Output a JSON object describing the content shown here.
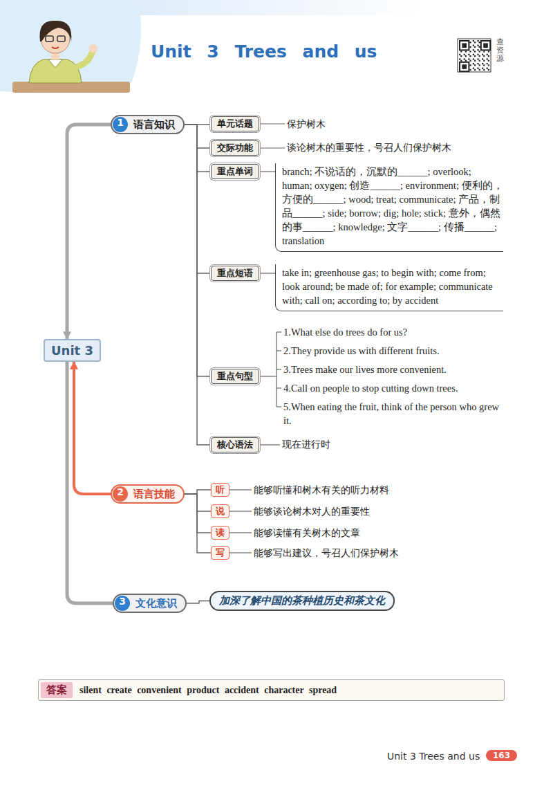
{
  "diagram": {
    "title": "Unit 3 Trees and us",
    "nodes": [
      {
        "text": [
          "Unit 3"
        ]
      },
      {
        "text": [
          "1",
          "语言知识"
        ]
      },
      {
        "text": [
          "单元话题"
        ]
      },
      {
        "text": [
          "交际功能"
        ]
      },
      {
        "text": [
          "重点单词"
        ]
      },
      {
        "text": [
          "重点短语"
        ]
      },
      {
        "text": [
          "重点句型"
        ]
      },
      {
        "text": [
          "核心语法"
        ]
      },
      {
        "text": [
          "2",
          "语言技能"
        ]
      },
      {
        "text": [
          "听"
        ]
      },
      {
        "text": [
          "说"
        ]
      },
      {
        "text": [
          "读"
        ]
      },
      {
        "text": [
          "写"
        ]
      },
      {
        "text": [
          "3",
          "文化意识"
        ]
      },
      {
        "text": [
          "加深了解中国的茶种植历史和茶文化"
        ]
      },
      {
        "text": [
          "答案",
          "silent create convenient product accident character spread"
        ]
      },
      {
        "text": [
          "163"
        ]
      }
    ],
    "edges": [
      {
        "from": 1,
        "to": 0,
        "arrow": "to"
      },
      {
        "from": 8,
        "to": 0,
        "arrow": "to"
      },
      {
        "from": 13,
        "to": 0,
        "arrow": "none"
      },
      {
        "from": 1,
        "to": 2,
        "arrow": "none"
      },
      {
        "from": 1,
        "to": 3,
        "arrow": "none"
      },
      {
        "from": 1,
        "to": 4,
        "arrow": "none"
      },
      {
        "from": 1,
        "to": 5,
        "arrow": "none"
      },
      {
        "from": 1,
        "to": 6,
        "arrow": "none"
      },
      {
        "from": 1,
        "to": 7,
        "arrow": "none"
      },
      {
        "from": 8,
        "to": 9,
        "arrow": "none"
      },
      {
        "from": 8,
        "to": 10,
        "arrow": "none"
      },
      {
        "from": 8,
        "to": 11,
        "arrow": "none"
      },
      {
        "from": 8,
        "to": 12,
        "arrow": "none"
      },
      {
        "from": 13,
        "to": 14,
        "arrow": "none"
      }
    ],
    "labels": [
      "查资源",
      "保护树木",
      "谈论树木的重要性，号召人们保护树木",
      "branch; 不说话的，沉默的______; overlook; human; oxygen; 创造______; environment; 便利的，方便的______; wood; treat; communicate; 产品，制品______; side; borrow; dig; hole; stick; 意外，偶然的事______; knowledge; 文字______; 传播______; translation",
      "take in; greenhouse gas; to begin with; come from; look around; be made of; for example; communicate with; call on; according to; by accident",
      "1.What else do trees do for us?",
      "2.They provide us with different fruits.",
      "3.Trees make our lives more convenient.",
      "4.Call on people to stop cutting down trees.",
      "5.When eating the fruit, think of the person who grew it.",
      "现在进行时",
      "能够听懂和树木有关的听力材料",
      "能够谈论树木对人的重要性",
      "能够读懂有关树木的文章",
      "能够写出建议，号召人们保护树木",
      "Unit 3 Trees and us"
    ]
  }
}
